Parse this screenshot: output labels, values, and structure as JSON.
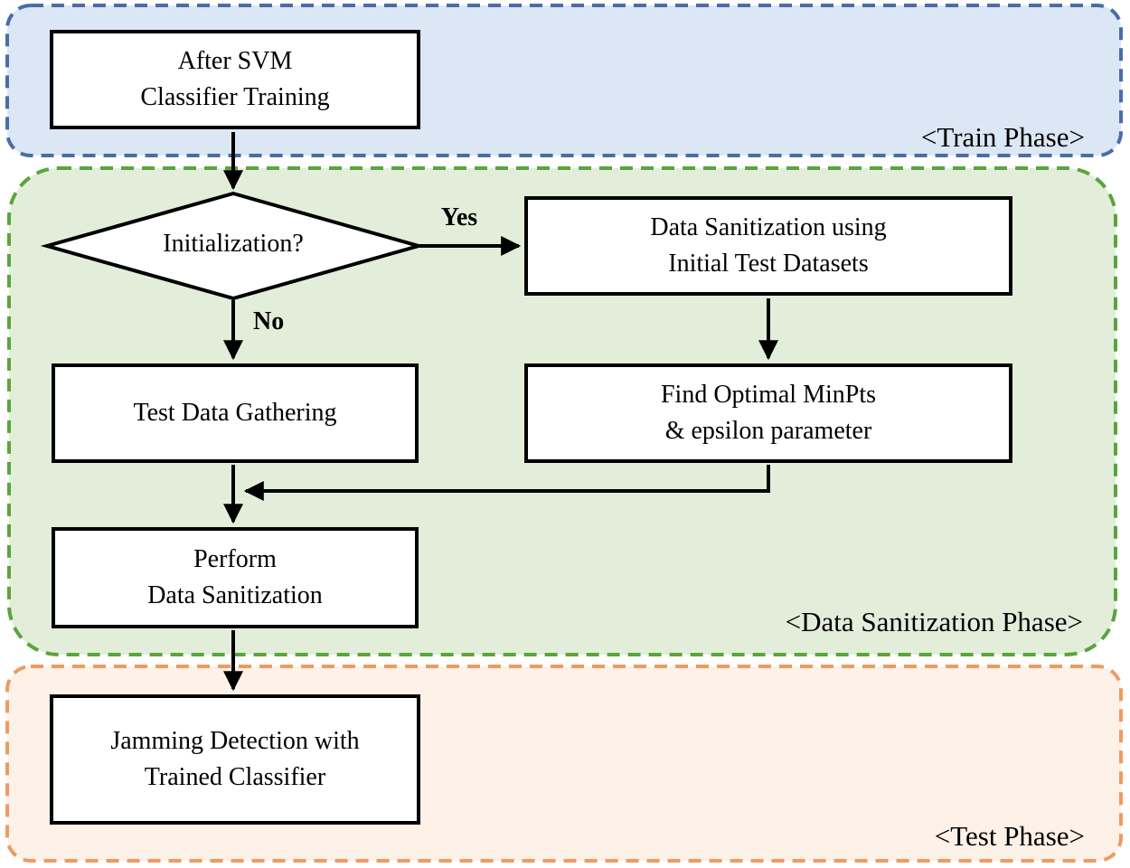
{
  "diagram": {
    "phases": [
      {
        "key": "train",
        "label": "<Train Phase>"
      },
      {
        "key": "sanitization",
        "label": "<Data Sanitization Phase>"
      },
      {
        "key": "test",
        "label": "<Test Phase>"
      }
    ],
    "nodes": {
      "after_svm": {
        "line1": "After SVM",
        "line2": "Classifier Training"
      },
      "initialization": {
        "line1": "Initialization?"
      },
      "data_sanitization_using": {
        "line1": "Data Sanitization using",
        "line2": "Initial Test Datasets"
      },
      "test_data_gathering": {
        "line1": "Test Data Gathering"
      },
      "find_optimal": {
        "line1": "Find Optimal MinPts",
        "line2": "& epsilon parameter"
      },
      "perform_sanitization": {
        "line1": "Perform",
        "line2": "Data Sanitization"
      },
      "jamming_detection": {
        "line1": "Jamming Detection with",
        "line2": "Trained Classifier"
      }
    },
    "edge_labels": {
      "yes": "Yes",
      "no": "No"
    },
    "colors": {
      "train_fill": "#dbe7f5",
      "train_border": "#4a6da8",
      "sanitization_fill": "#e3eeda",
      "sanitization_border": "#5ba43e",
      "test_fill": "#fdf1e8",
      "test_border": "#ec9c62",
      "node_fill": "#ffffff",
      "node_border": "#000000",
      "arrow": "#000000"
    }
  }
}
